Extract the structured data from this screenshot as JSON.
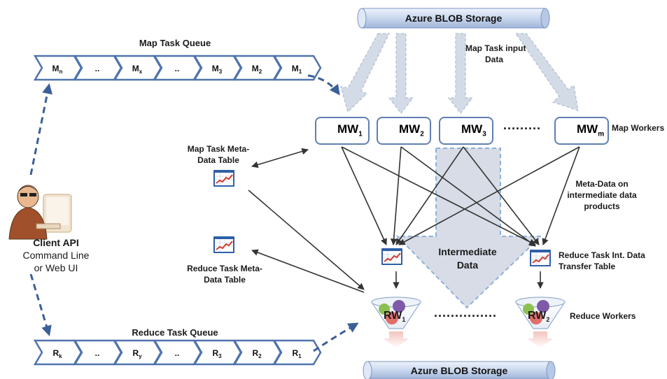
{
  "storage": {
    "top_label": "Azure BLOB Storage",
    "bottom_label": "Azure BLOB Storage"
  },
  "map_queue": {
    "title": "Map Task Queue",
    "items": [
      {
        "base": "M",
        "sub": "n"
      },
      {
        "base": "..",
        "sub": ""
      },
      {
        "base": "M",
        "sub": "x"
      },
      {
        "base": "..",
        "sub": ""
      },
      {
        "base": "M",
        "sub": "3"
      },
      {
        "base": "M",
        "sub": "2"
      },
      {
        "base": "M",
        "sub": "1"
      }
    ]
  },
  "reduce_queue": {
    "title": "Reduce Task Queue",
    "items": [
      {
        "base": "R",
        "sub": "k"
      },
      {
        "base": "..",
        "sub": ""
      },
      {
        "base": "R",
        "sub": "y"
      },
      {
        "base": "..",
        "sub": ""
      },
      {
        "base": "R",
        "sub": "3"
      },
      {
        "base": "R",
        "sub": "2"
      },
      {
        "base": "R",
        "sub": "1"
      }
    ]
  },
  "map_workers": {
    "label": "Map Workers",
    "items": [
      {
        "base": "MW",
        "sub": "1"
      },
      {
        "base": "MW",
        "sub": "2"
      },
      {
        "base": "MW",
        "sub": "3"
      },
      {
        "base": "MW",
        "sub": "m"
      }
    ],
    "dots": "........."
  },
  "reduce_workers": {
    "label": "Reduce Workers",
    "items": [
      {
        "base": "RW",
        "sub": "1"
      },
      {
        "base": "RW",
        "sub": "2"
      }
    ],
    "dots": "..............."
  },
  "annotations": {
    "map_input_line1": "Map Task input",
    "map_input_line2": "Data",
    "metadata_line1": "Meta-Data on",
    "metadata_line2": "intermediate data",
    "metadata_line3": "products",
    "intermediate_line1": "Intermediate",
    "intermediate_line2": "Data"
  },
  "tables": {
    "map_meta_line1": "Map Task Meta-",
    "map_meta_line2": "Data Table",
    "reduce_meta_line1": "Reduce Task Meta-",
    "reduce_meta_line2": "Data Table",
    "transfer_line1": "Reduce Task Int. Data",
    "transfer_line2": "Transfer Table"
  },
  "client": {
    "title": "Client API",
    "line2": "Command Line",
    "line3": "or Web UI"
  },
  "colors": {
    "storage_fill": "#c9d7ee",
    "storage_stroke": "#7b95c4",
    "chevron_stroke": "#4f73ad",
    "dashed_arrow": "#3b5f98",
    "input_arrow_fill": "#d3dbe6",
    "intermediate_fill": "#d7dce6",
    "worker_border": "#5f7fb3"
  }
}
